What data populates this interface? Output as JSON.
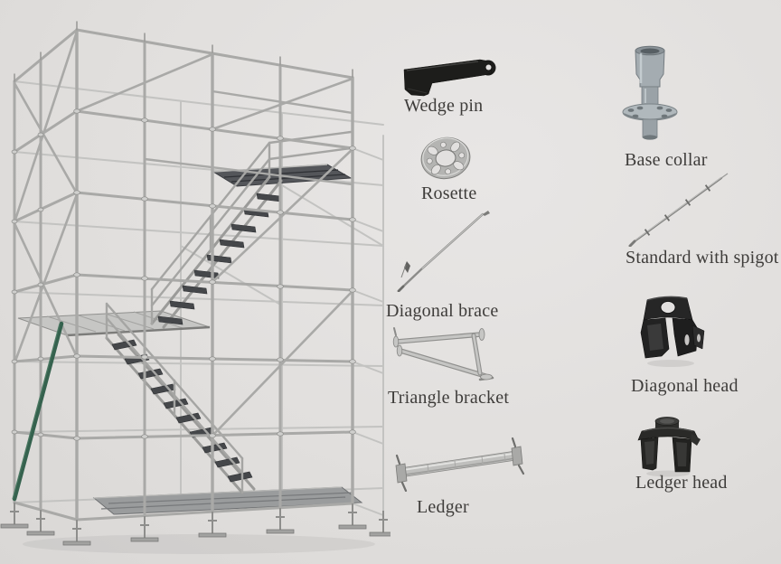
{
  "page": {
    "description": "Ringlock scaffolding system: tower photo with labelled components"
  },
  "scaffold": {
    "alt": "Ringlock scaffolding tower with staircase"
  },
  "parts": {
    "left": [
      {
        "id": "wedge-pin",
        "label": "Wedge pin"
      },
      {
        "id": "rosette",
        "label": "Rosette"
      },
      {
        "id": "diagonal-brace",
        "label": "Diagonal brace"
      },
      {
        "id": "triangle-bracket",
        "label": "Triangle bracket"
      },
      {
        "id": "ledger",
        "label": "Ledger"
      }
    ],
    "right": [
      {
        "id": "base-collar",
        "label": "Base collar"
      },
      {
        "id": "standard-with-spigot",
        "label": "Standard with spigot"
      },
      {
        "id": "diagonal-head",
        "label": "Diagonal head"
      },
      {
        "id": "ledger-head",
        "label": "Ledger head"
      }
    ]
  },
  "colors": {
    "background": "#e2e0df",
    "label_text": "#3e3c3a",
    "metal_light": "#c2c2c0",
    "metal_mid": "#a9a9a7",
    "metal_dark": "#8e8e8c",
    "casting_black": "#222220",
    "brace_green": "#35624e",
    "tread_dark": "#45474a"
  }
}
